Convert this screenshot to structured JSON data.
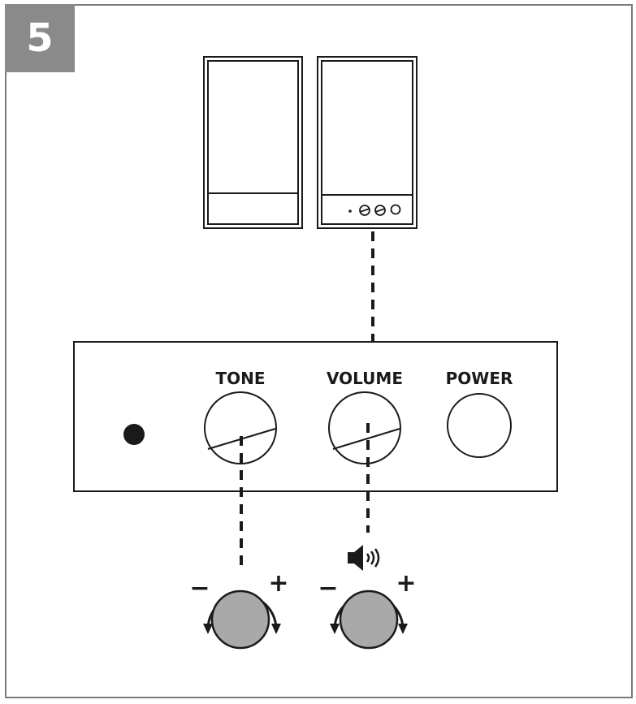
{
  "step": {
    "number": "5"
  },
  "panel": {
    "labels": {
      "tone": "TONE",
      "volume": "VOLUME",
      "power": "POWER"
    }
  },
  "controls": {
    "tone": {
      "minus": "−",
      "plus": "+"
    },
    "volume": {
      "minus": "−",
      "plus": "+"
    }
  },
  "icons": {
    "speaker": "speaker-volume-icon",
    "rotate": "rotate-arrows-icon"
  },
  "colors": {
    "badge": "#8a8a8a",
    "knob_fill": "#a9a9a9",
    "line": "#1a1a1a"
  }
}
